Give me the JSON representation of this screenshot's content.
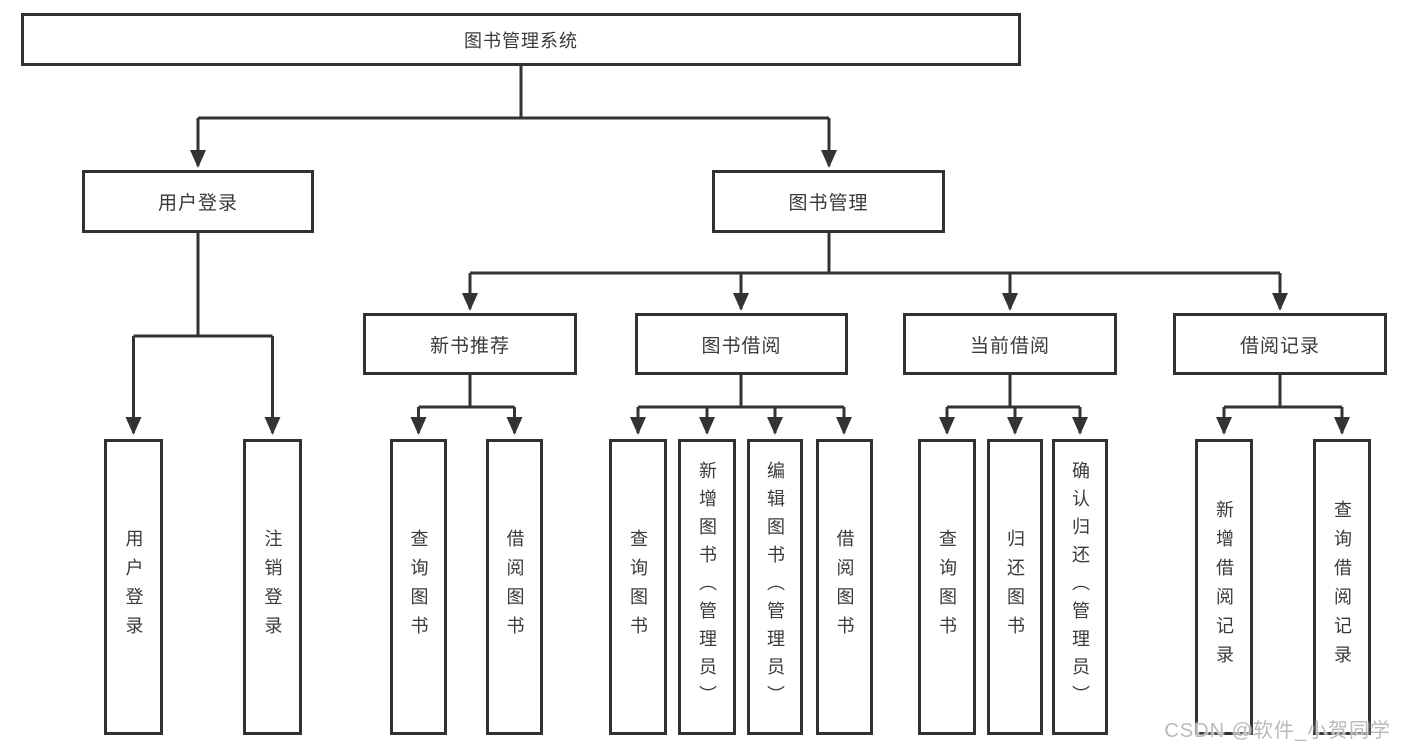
{
  "diagram": {
    "root": "图书管理系统",
    "level2": {
      "user_login": "用户登录",
      "book_mgmt": "图书管理"
    },
    "level3": {
      "new_book": "新书推荐",
      "book_borrow": "图书借阅",
      "current_borrow": "当前借阅",
      "borrow_record": "借阅记录"
    },
    "leaves": [
      "用户登录",
      "注销登录",
      "查询图书",
      "借阅图书",
      "查询图书",
      "新增图书（管理员）",
      "编辑图书（管理员）",
      "借阅图书",
      "查询图书",
      "归还图书",
      "确认归还（管理员）",
      "新增借阅记录",
      "查询借阅记录"
    ],
    "structure": {
      "图书管理系统": {
        "用户登录": [
          "用户登录",
          "注销登录"
        ],
        "图书管理": {
          "新书推荐": [
            "查询图书",
            "借阅图书"
          ],
          "图书借阅": [
            "查询图书",
            "新增图书（管理员）",
            "编辑图书（管理员）",
            "借阅图书"
          ],
          "当前借阅": [
            "查询图书",
            "归还图书",
            "确认归还（管理员）"
          ],
          "借阅记录": [
            "新增借阅记录",
            "查询借阅记录"
          ]
        }
      }
    }
  },
  "watermark": {
    "text": "CSDN @软件_小贺同学"
  },
  "colors": {
    "line": "#333333",
    "box_border": "#313131",
    "text": "#3a3a3a",
    "background": "#ffffff",
    "watermark": "#b9babe"
  }
}
